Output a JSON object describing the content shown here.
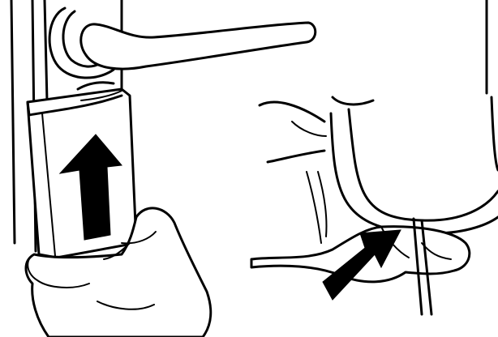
{
  "illustration": {
    "panels": [
      {
        "id": "left",
        "content": "door-edge-with-handle-and-card"
      },
      {
        "id": "right",
        "content": "door-bottom-with-tool"
      }
    ],
    "colors": {
      "line": "#000000",
      "background": "#ffffff",
      "arrow": "#000000"
    },
    "icons": [
      "up-arrow-icon",
      "diagonal-arrow-icon"
    ]
  }
}
